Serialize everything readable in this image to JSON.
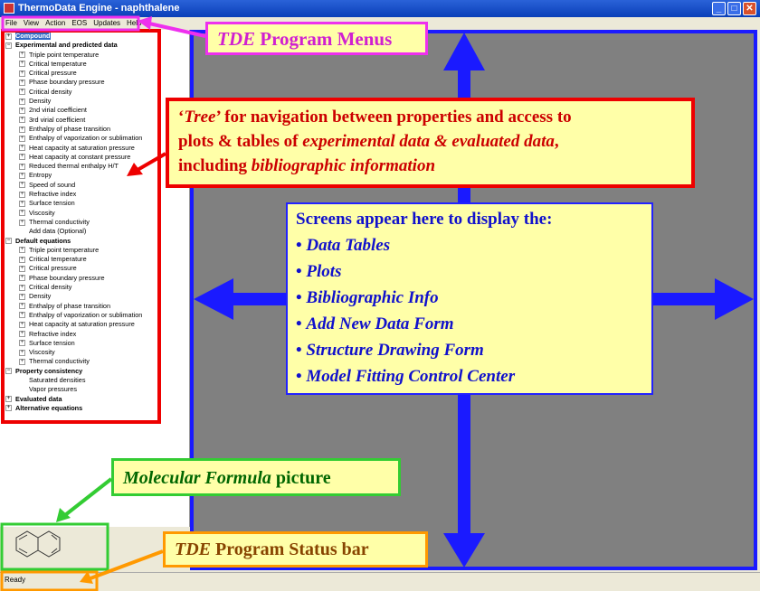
{
  "window": {
    "title": "ThermoData Engine - naphthalene"
  },
  "menu": [
    "File",
    "View",
    "Action",
    "EOS",
    "Updates",
    "Help"
  ],
  "tree": {
    "compound": "Compound",
    "groups": [
      {
        "label": "Experimental and predicted data",
        "expanded": true,
        "items": [
          "Triple point temperature",
          "Critical temperature",
          "Critical pressure",
          "Phase boundary pressure",
          "Critical density",
          "Density",
          "2nd virial coefficient",
          "3rd virial coefficient",
          "Enthalpy of phase transition",
          "Enthalpy of vaporization or sublimation",
          "Heat capacity at saturation pressure",
          "Heat capacity at constant pressure",
          "Reduced thermal enthalpy H/T",
          "Entropy",
          "Speed of sound",
          "Refractive index",
          "Surface tension",
          "Viscosity",
          "Thermal conductivity",
          "Add data (Optional)"
        ]
      },
      {
        "label": "Default equations",
        "expanded": true,
        "items": [
          "Triple point temperature",
          "Critical temperature",
          "Critical pressure",
          "Phase boundary pressure",
          "Critical density",
          "Density",
          "Enthalpy of phase transition",
          "Enthalpy of vaporization or sublimation",
          "Heat capacity at saturation pressure",
          "Refractive index",
          "Surface tension",
          "Viscosity",
          "Thermal conductivity"
        ]
      },
      {
        "label": "Property consistency",
        "expanded": true,
        "items": [
          "Saturated densities",
          "Vapor pressures"
        ]
      },
      {
        "label": "Evaluated data",
        "expanded": false,
        "items": []
      },
      {
        "label": "Alternative equations",
        "expanded": false,
        "items": []
      }
    ]
  },
  "status": {
    "text": "Ready"
  },
  "annotations": {
    "menus": {
      "em": "TDE",
      "rest": " Program Menus"
    },
    "tree": {
      "q1": "‘",
      "em1": "Tree",
      "q2": "’ for navigation between properties and access to",
      "line2a": "plots & tables of ",
      "em2": "experimental data & evaluated data",
      "line2b": ",",
      "line3a": "including ",
      "em3": "bibliographic information"
    },
    "screens": {
      "title": "Screens appear here to display the:",
      "items": [
        "Data Tables",
        "Plots",
        "Bibliographic Info",
        "Add New Data Form",
        "Structure Drawing Form",
        "Model Fitting Control Center"
      ]
    },
    "formula": {
      "em": "Molecular Formula",
      "rest": " picture"
    },
    "statusbar": {
      "em": "TDE",
      "rest": " Program Status bar"
    }
  },
  "colors": {
    "arrow_blue": "#1a1aff",
    "tree_red": "#e00000",
    "menu_magenta": "#ee30ee",
    "formula_green": "#33cc33",
    "status_orange": "#ff9900"
  }
}
